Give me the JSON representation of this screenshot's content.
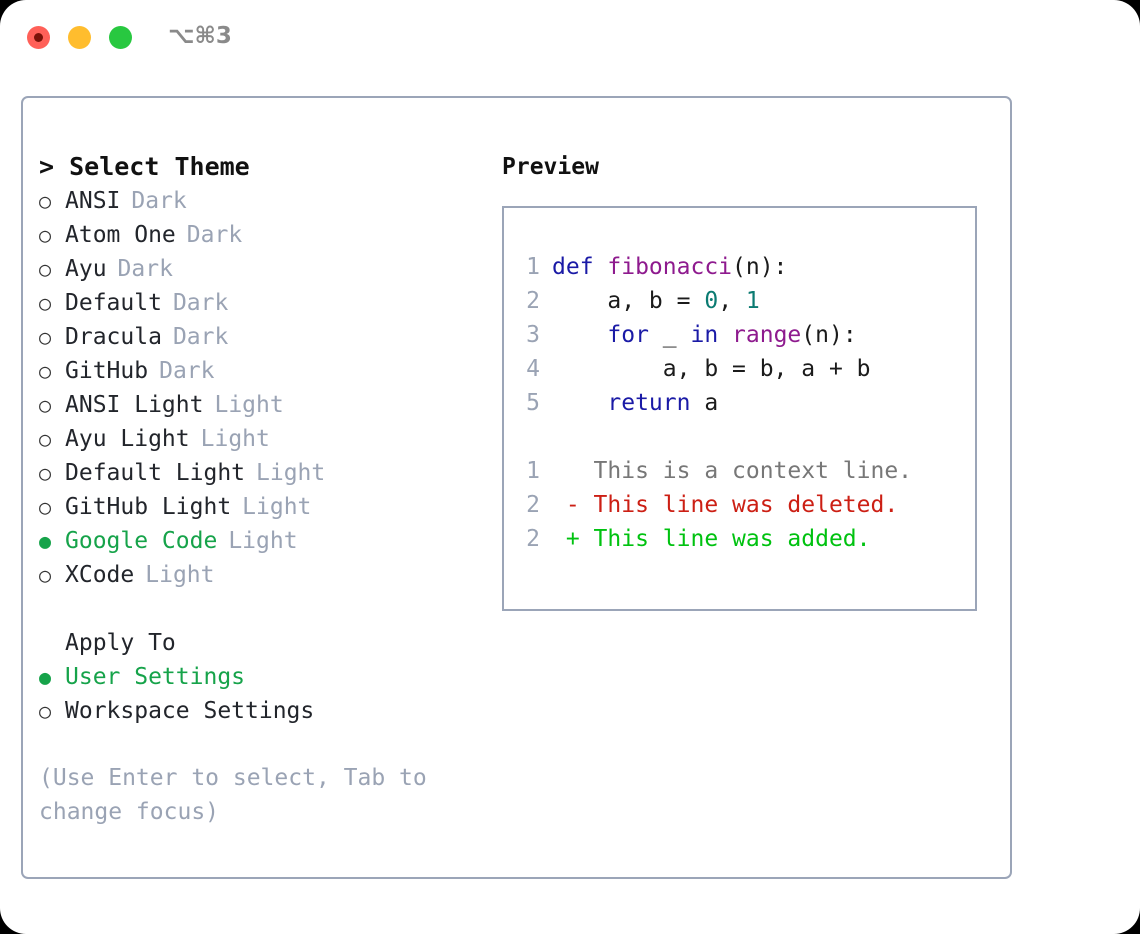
{
  "titlebar": {
    "shortcut": "⌥⌘3",
    "buttons": [
      {
        "name": "close",
        "color": "#ff6058"
      },
      {
        "name": "minimize",
        "color": "#ffbd2e"
      },
      {
        "name": "maximize",
        "color": "#28c840"
      }
    ]
  },
  "theme_picker": {
    "header": "> Select Theme",
    "marker_selected": "●",
    "marker_unselected": "○",
    "items": [
      {
        "name": "ANSI",
        "badge": "Dark",
        "selected": false
      },
      {
        "name": "Atom One",
        "badge": "Dark",
        "selected": false
      },
      {
        "name": "Ayu",
        "badge": "Dark",
        "selected": false
      },
      {
        "name": "Default",
        "badge": "Dark",
        "selected": false
      },
      {
        "name": "Dracula",
        "badge": "Dark",
        "selected": false
      },
      {
        "name": "GitHub",
        "badge": "Dark",
        "selected": false
      },
      {
        "name": "ANSI Light",
        "badge": "Light",
        "selected": false
      },
      {
        "name": "Ayu Light",
        "badge": "Light",
        "selected": false
      },
      {
        "name": "Default Light",
        "badge": "Light",
        "selected": false
      },
      {
        "name": "GitHub Light",
        "badge": "Light",
        "selected": false
      },
      {
        "name": "Google Code",
        "badge": "Light",
        "selected": true
      },
      {
        "name": "XCode",
        "badge": "Light",
        "selected": false
      }
    ]
  },
  "apply_to": {
    "label": "Apply To",
    "options": [
      {
        "name": "User Settings",
        "selected": true
      },
      {
        "name": "Workspace Settings",
        "selected": false
      }
    ]
  },
  "hint": "(Use Enter to select, Tab to change focus)",
  "preview": {
    "title": "Preview",
    "code": [
      {
        "ln": "1",
        "tokens": [
          {
            "t": "def ",
            "c": "kw"
          },
          {
            "t": "fibonacci",
            "c": "fn"
          },
          {
            "t": "(n):",
            "c": "pl"
          }
        ]
      },
      {
        "ln": "2",
        "tokens": [
          {
            "t": "    a, b = ",
            "c": "pl"
          },
          {
            "t": "0",
            "c": "num"
          },
          {
            "t": ", ",
            "c": "pl"
          },
          {
            "t": "1",
            "c": "num"
          }
        ]
      },
      {
        "ln": "3",
        "tokens": [
          {
            "t": "    ",
            "c": "pl"
          },
          {
            "t": "for",
            "c": "kw"
          },
          {
            "t": " _ ",
            "c": "pl"
          },
          {
            "t": "in",
            "c": "kw"
          },
          {
            "t": " ",
            "c": "pl"
          },
          {
            "t": "range",
            "c": "fn"
          },
          {
            "t": "(n):",
            "c": "pl"
          }
        ]
      },
      {
        "ln": "4",
        "tokens": [
          {
            "t": "        a, b = b, a + b",
            "c": "pl"
          }
        ]
      },
      {
        "ln": "5",
        "tokens": [
          {
            "t": "    ",
            "c": "pl"
          },
          {
            "t": "return",
            "c": "kw"
          },
          {
            "t": " a",
            "c": "pl"
          }
        ]
      }
    ],
    "diff": [
      {
        "ln": "1",
        "tokens": [
          {
            "t": "   This is a context line.",
            "c": "ctx"
          }
        ]
      },
      {
        "ln": "2",
        "tokens": [
          {
            "t": " - This line was deleted.",
            "c": "del"
          }
        ]
      },
      {
        "ln": "2",
        "tokens": [
          {
            "t": " + This line was added.",
            "c": "add"
          }
        ]
      }
    ]
  },
  "colors": {
    "accent_green": "#16a34a",
    "border": "#9ba5b8",
    "muted": "#9aa3b4",
    "keyword": "#1a1aa6",
    "function": "#8e1a8e",
    "number": "#0b7b72",
    "diff_added": "#00c210",
    "diff_deleted": "#cc1f14"
  }
}
